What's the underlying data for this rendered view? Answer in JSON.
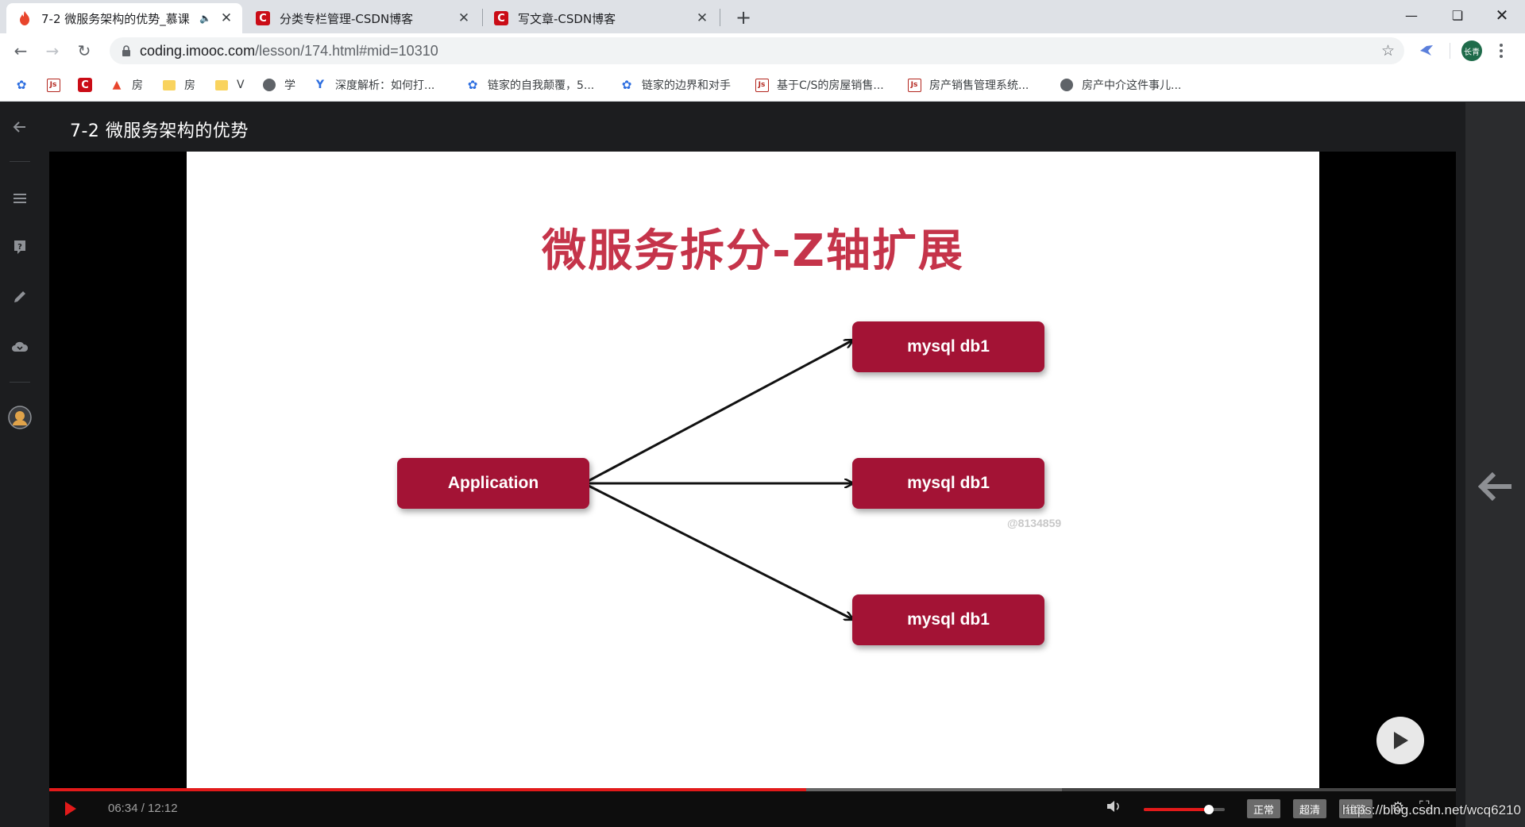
{
  "browser": {
    "tabs": [
      {
        "title": "7-2 微服务架构的优势_慕课",
        "active": true
      },
      {
        "title": "分类专栏管理-CSDN博客",
        "active": false
      },
      {
        "title": "写文章-CSDN博客",
        "active": false
      }
    ],
    "url_host": "coding.imooc.com",
    "url_path": "/lesson/174.html#mid=10310",
    "profile_initials": "长青"
  },
  "bookmarks": [
    {
      "label": "",
      "icon": "paw-icon"
    },
    {
      "label": "",
      "icon": "js-icon"
    },
    {
      "label": "",
      "icon": "csdn-icon"
    },
    {
      "label": "房",
      "icon": "fire-icon"
    },
    {
      "label": "房",
      "icon": "folder-icon"
    },
    {
      "label": "V",
      "icon": "folder-icon"
    },
    {
      "label": "学",
      "icon": "globe-icon"
    },
    {
      "label": "深度解析：如何打...",
      "icon": "y-icon"
    },
    {
      "label": "链家的自我颠覆，5...",
      "icon": "paw-icon"
    },
    {
      "label": "链家的边界和对手",
      "icon": "paw-icon"
    },
    {
      "label": "基于C/S的房屋销售...",
      "icon": "js-icon"
    },
    {
      "label": "房产销售管理系统...",
      "icon": "js-icon"
    },
    {
      "label": "房产中介这件事儿...",
      "icon": "globe-icon"
    }
  ],
  "lesson": {
    "title": "7-2 微服务架构的优势"
  },
  "slide": {
    "title": "微服务拆分-Z轴扩展",
    "source_node": "Application",
    "target_nodes": [
      "mysql db1",
      "mysql db1",
      "mysql db1"
    ],
    "watermark": "@8134859"
  },
  "player": {
    "current_time": "06:34",
    "duration": "12:12",
    "time_display": "06:34 / 12:12",
    "played_fraction": 0.538,
    "buffered_fraction": 0.72,
    "volume_fraction": 0.8,
    "quality_options": [
      "正常",
      "超清",
      "线路"
    ]
  },
  "page_watermark": "https://blog.csdn.net/wcq6210",
  "colors": {
    "slide_title": "#c5344a",
    "node_fill": "#a31335",
    "progress": "#e21a1a"
  }
}
